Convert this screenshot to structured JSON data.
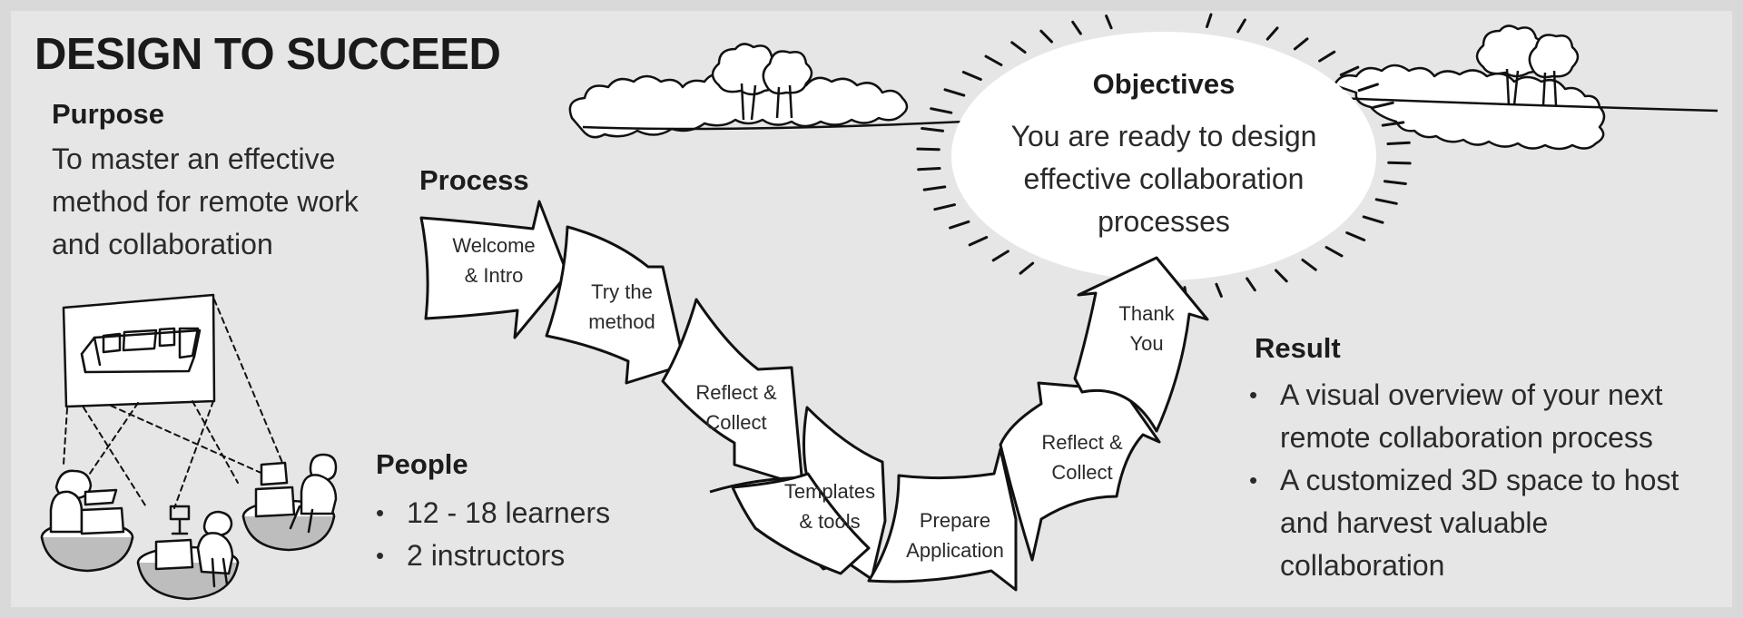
{
  "title": "DESIGN TO SUCCEED",
  "purpose": {
    "heading": "Purpose",
    "lines": [
      "To master an effective",
      "method for remote work",
      "and collaboration"
    ]
  },
  "process": {
    "heading": "Process",
    "steps": [
      {
        "line1": "Welcome",
        "line2": "& Intro"
      },
      {
        "line1": "Try the",
        "line2": "method"
      },
      {
        "line1": "Reflect &",
        "line2": "Collect"
      },
      {
        "line1": "Templates",
        "line2": "& tools"
      },
      {
        "line1": "Prepare",
        "line2": "Application"
      },
      {
        "line1": "Reflect &",
        "line2": "Collect"
      },
      {
        "line1": "Thank",
        "line2": "You"
      }
    ]
  },
  "objectives": {
    "heading": "Objectives",
    "lines": [
      "You are ready to design",
      "effective collaboration",
      "processes"
    ]
  },
  "people": {
    "heading": "People",
    "items": [
      "12 - 18 learners",
      "2 instructors"
    ]
  },
  "result": {
    "heading": "Result",
    "items": [
      {
        "lines": [
          "A visual overview of your next",
          "remote collaboration process"
        ]
      },
      {
        "lines": [
          "A customized 3D space to host",
          "and harvest valuable",
          "collaboration"
        ]
      }
    ]
  },
  "colors": {
    "background": "#e6e6e6",
    "frame": "#d9d9d9",
    "ink": "#1a1a1a",
    "paper": "#ffffff"
  }
}
